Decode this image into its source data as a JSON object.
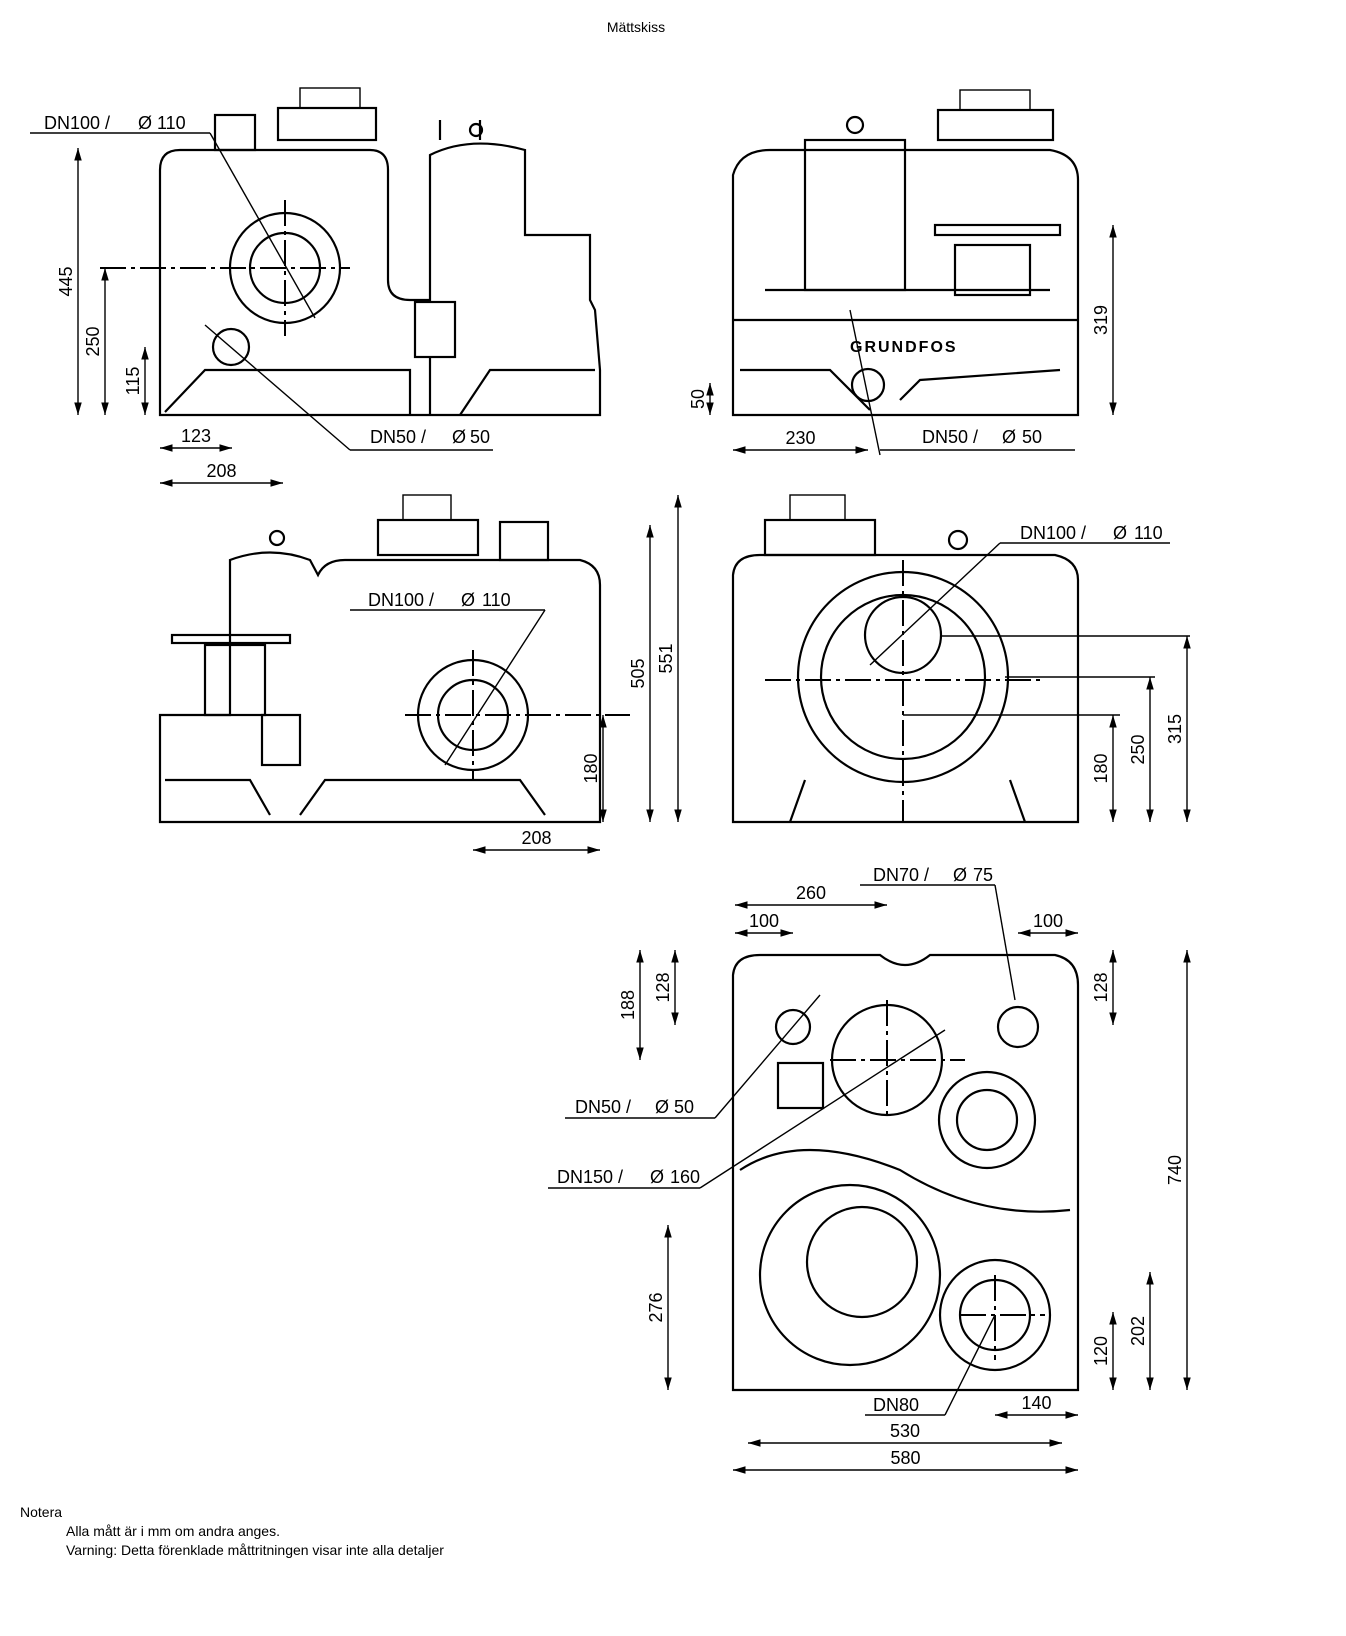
{
  "title": "Mättskiss",
  "logo_text": "GRUNDFOS",
  "views": {
    "side_left": {
      "pipe_inlet": "DN100 /",
      "pipe_inlet_d": "110",
      "pipe_outlet": "DN50 /",
      "pipe_outlet_d": "50",
      "dims": {
        "h445": "445",
        "h250": "250",
        "h115": "115",
        "w123": "123",
        "w208": "208"
      }
    },
    "side_right": {
      "pipe": "DN50 /",
      "pipe_d": "50",
      "dims": {
        "h319": "319",
        "h50": "50",
        "w230": "230"
      }
    },
    "rear": {
      "pipe": "DN100 /",
      "pipe_d": "110",
      "dims": {
        "h505": "505",
        "h551": "551",
        "h180": "180",
        "w208": "208"
      }
    },
    "front": {
      "pipe": "DN100 /",
      "pipe_d": "110",
      "dims": {
        "h315": "315",
        "h250": "250",
        "h180": "180"
      }
    },
    "top": {
      "pipes": [
        {
          "dn": "DN70 /",
          "d": "75"
        },
        {
          "dn": "DN50 /",
          "d": "50"
        },
        {
          "dn": "DN150 /",
          "d": "160"
        },
        {
          "dn": "DN80",
          "d": ""
        }
      ],
      "dims": {
        "w260": "260",
        "w100a": "100",
        "w100b": "100",
        "h128a": "128",
        "h188": "188",
        "h128b": "128",
        "h740": "740",
        "h276": "276",
        "h202": "202",
        "h120": "120",
        "w140": "140",
        "w530": "530",
        "w580": "580"
      }
    }
  },
  "notes": {
    "heading": "Notera",
    "lines": [
      "Alla mått är i mm om andra anges.",
      "Varning: Detta förenklade måttritningen visar inte alla detaljer"
    ]
  }
}
